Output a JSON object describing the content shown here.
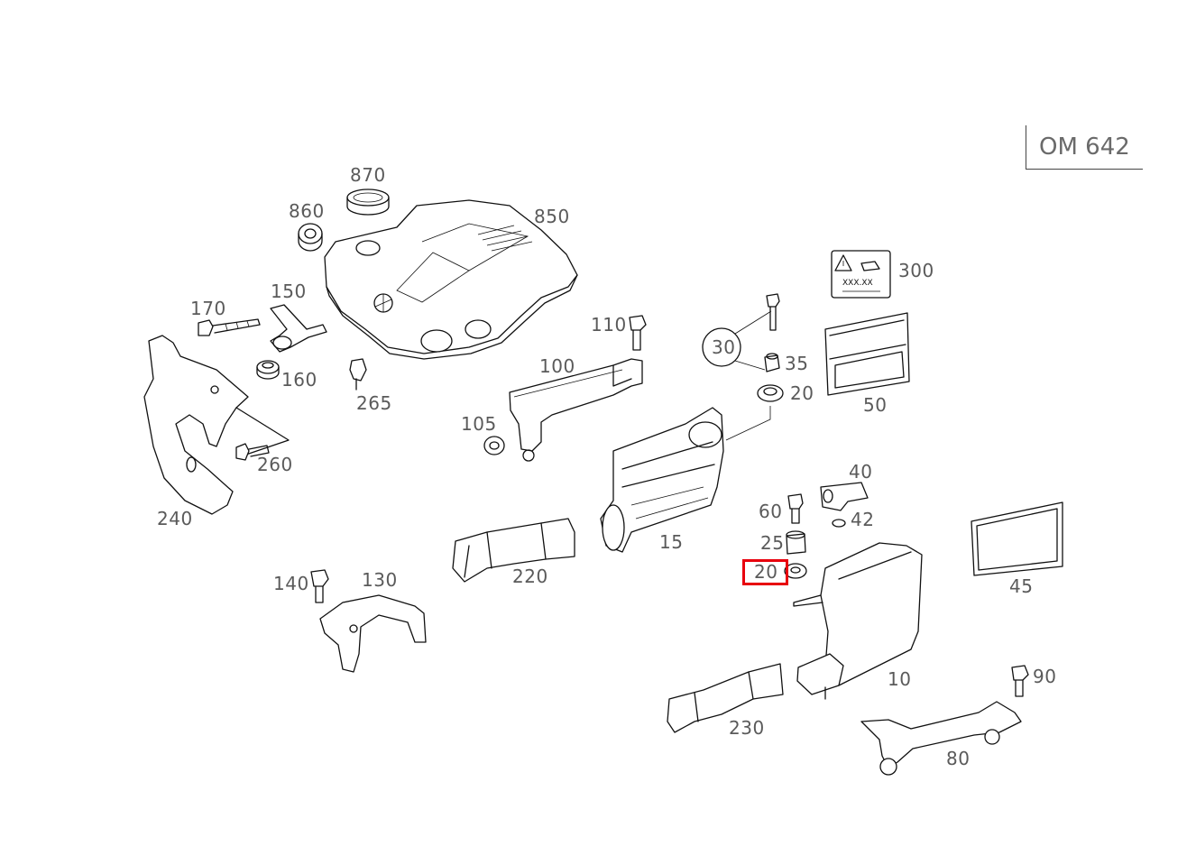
{
  "engine_code": "OM 642",
  "highlighted_part": "20",
  "colors": {
    "highlight": "#e8000d",
    "line": "#111111",
    "label": "#5a5a5a"
  },
  "part_labels": {
    "p870": "870",
    "p860": "860",
    "p850": "850",
    "p170": "170",
    "p150": "150",
    "p160": "160",
    "p265": "265",
    "p260": "260",
    "p240": "240",
    "p110": "110",
    "p100": "100",
    "p105": "105",
    "p30": "30",
    "p35": "35",
    "p20": "20",
    "p300": "300",
    "p50": "50",
    "p15": "15",
    "p40": "40",
    "p60": "60",
    "p42": "42",
    "p25": "25",
    "p20b": "20",
    "p220": "220",
    "p45": "45",
    "p140": "140",
    "p130": "130",
    "p10": "10",
    "p90": "90",
    "p230": "230",
    "p80": "80"
  },
  "warning_label_text": "XXX.XX"
}
